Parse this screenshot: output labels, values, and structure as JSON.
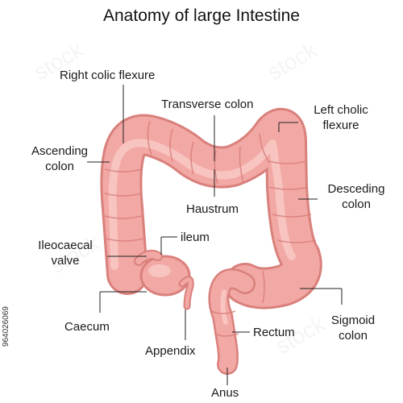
{
  "title": "Anatomy of large Intestine",
  "labels": {
    "right_colic_flexure": "Right colic flexure",
    "transverse_colon": "Transverse colon",
    "left_colic_flexure_1": "Left cholic",
    "left_colic_flexure_2": "flexure",
    "ascending_colon_1": "Ascending",
    "ascending_colon_2": "colon",
    "haustrum": "Haustrum",
    "descending_colon_1": "Desceding",
    "descending_colon_2": "colon",
    "ileum": "ileum",
    "ileocaecal_valve_1": "Ileocaecal",
    "ileocaecal_valve_2": "valve",
    "caecum": "Caecum",
    "sigmoid_colon_1": "Sigmoid",
    "sigmoid_colon_2": "colon",
    "rectum": "Rectum",
    "appendix": "Appendix",
    "anus": "Anus"
  },
  "stock_id": "964026069",
  "watermark": "stock",
  "colors": {
    "intestine_fill": "#f2a8a4",
    "intestine_dark": "#d9807c",
    "intestine_light": "#fbd0cc",
    "leader_line": "#222222"
  }
}
